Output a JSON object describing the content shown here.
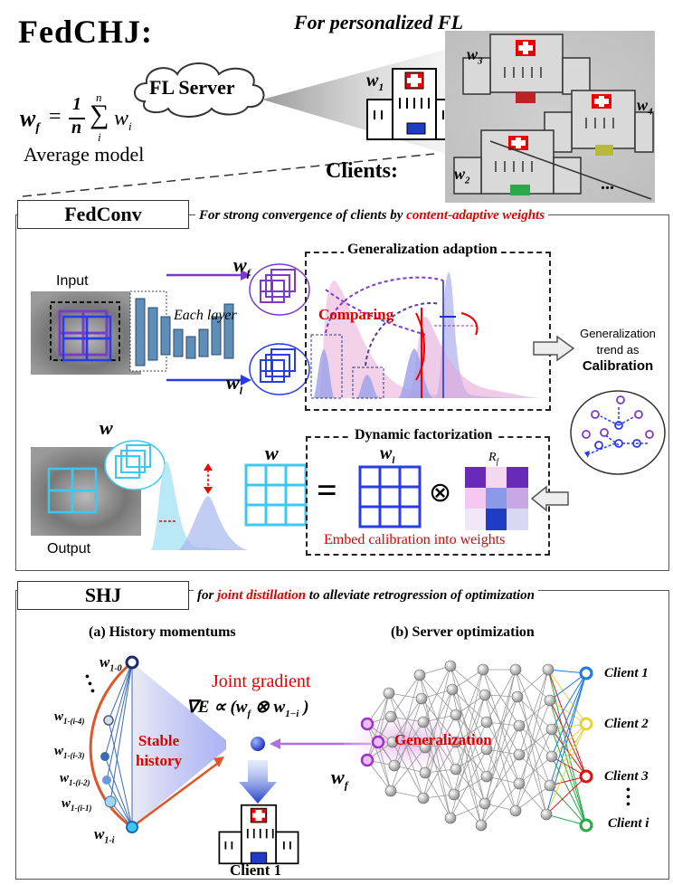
{
  "top": {
    "title": "FedCHJ:",
    "subtitle": "For personalized FL",
    "server_label": "FL Server",
    "formula_lhs": "w",
    "formula_lhs_sub": "f",
    "formula_eq": "=",
    "formula_frac_num": "1",
    "formula_frac_den": "n",
    "formula_sum_top": "n",
    "formula_sum_bottom": "i",
    "formula_term": "w",
    "formula_term_sub": "i",
    "avg_label": "Average model",
    "clients_label": "Clients:",
    "client_w1": "w",
    "client_w1_sub": "1",
    "client_w2": "w",
    "client_w2_sub": "2",
    "client_w3": "w",
    "client_w3_sub": "3",
    "client_w4": "w",
    "client_w4_sub": "4",
    "more": "..."
  },
  "fedconv": {
    "tag": "FedConv",
    "desc_prefix": "For strong convergence of clients by ",
    "desc_highlight": "content-adaptive weights",
    "input_label": "Input",
    "output_label": "Output",
    "each_layer": "Each layer",
    "wf": "w",
    "wf_sub": "f",
    "wl": "w",
    "wl_sub": "l",
    "gen_title": "Generalization adaption",
    "comparing": "Comparing",
    "trend_line1": "Generalization",
    "trend_line2": "trend as",
    "trend_line3": "Calibration",
    "dyn_title": "Dynamic factorization",
    "w_left": "w",
    "w_mid": "w",
    "eq_sign": "=",
    "wl2": "w",
    "wl2_sub": "l",
    "otimes": "⊗",
    "rf": "R",
    "rf_sub": "f",
    "embed": "Embed calibration into weights"
  },
  "shj": {
    "tag": "SHJ",
    "desc_prefix": "for ",
    "desc_highlight": "joint distillation",
    "desc_suffix": " to alleviate retrogression of optimization",
    "panel_a": "(a) History momentums",
    "panel_b": "(b) Server optimization",
    "hist_labels": [
      "w1-0",
      "w1-(i-4)",
      "w1-(i-3)",
      "w1-(i-2)",
      "w1-(i-1)",
      "w1-i"
    ],
    "hist_label_main": [
      "w",
      "w",
      "w",
      "w",
      "w",
      "w"
    ],
    "hist_label_sub": [
      "1-0",
      "1-(i-4)",
      "1-(i-3)",
      "1-(i-2)",
      "1-(i-1)",
      "1-i"
    ],
    "dots": "•",
    "stable1": "Stable",
    "stable2": "history",
    "joint_title": "Joint gradient",
    "joint_formula": "∇E ∝ (w",
    "joint_f": "f",
    "joint_otimes": " ⊗ w",
    "joint_sub": "1−i",
    "joint_close": " )",
    "generalization": "Generalization",
    "wf": "w",
    "wf_sub": "f",
    "client1_bottom": "Client 1",
    "clients": [
      "Client 1",
      "Client 2",
      "Client 3",
      "Client i"
    ],
    "client_colors": [
      "#1e78e6",
      "#e8d23a",
      "#e01010",
      "#2aa84a"
    ]
  }
}
